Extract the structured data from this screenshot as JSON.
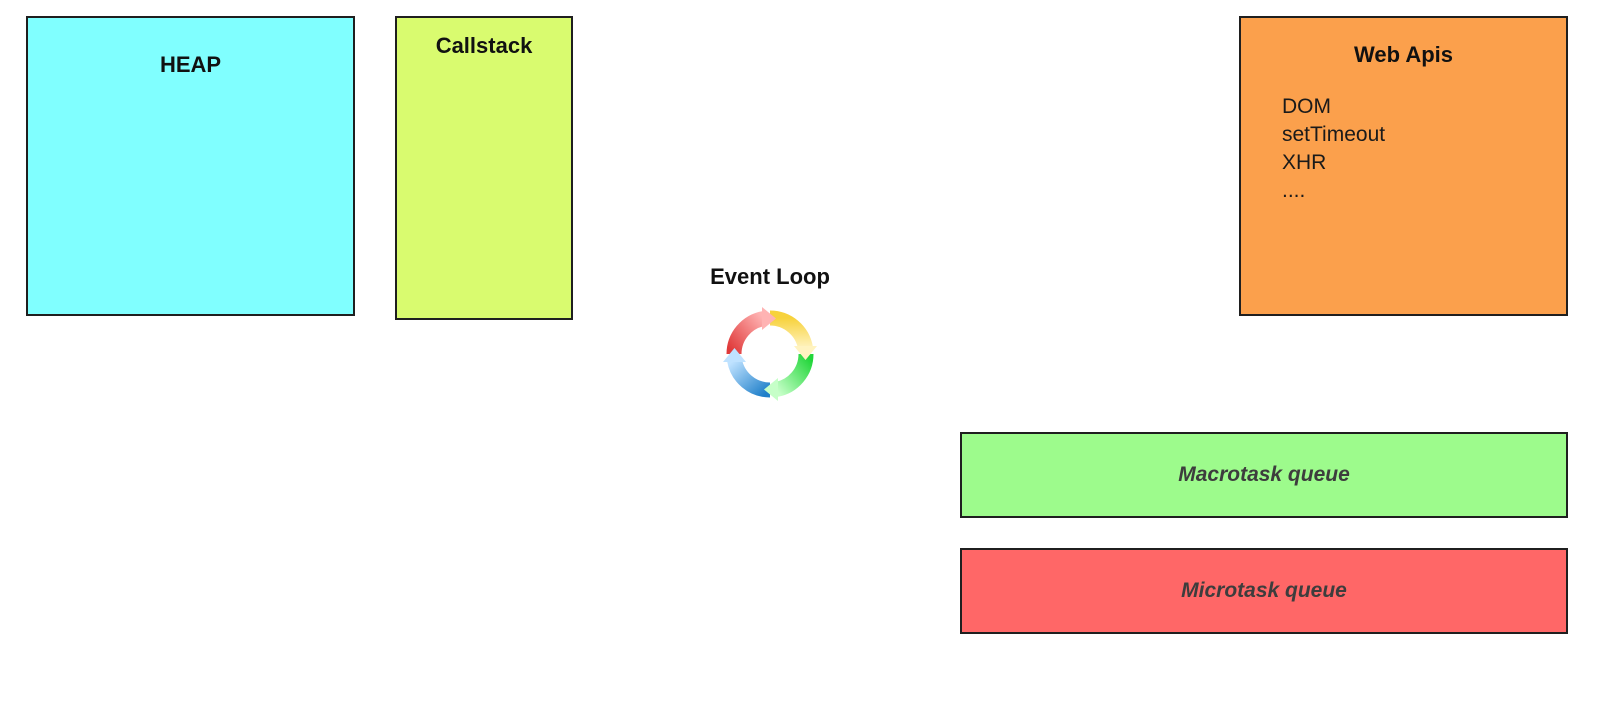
{
  "heap": {
    "title": "HEAP"
  },
  "callstack": {
    "title": "Callstack"
  },
  "web_apis": {
    "title": "Web Apis",
    "items": [
      "DOM",
      "setTimeout",
      "XHR",
      "...."
    ]
  },
  "event_loop": {
    "label": "Event Loop",
    "icon": "cycle-arrows-icon"
  },
  "macrotask_queue": {
    "label": "Macrotask queue"
  },
  "microtask_queue": {
    "label": "Microtask queue"
  },
  "colors": {
    "heap": "#80ffff",
    "callstack": "#d9fb6f",
    "web_apis": "#fba04c",
    "macrotask_queue": "#9dfb8c",
    "microtask_queue": "#ff6767",
    "border": "#1f1f1f"
  }
}
